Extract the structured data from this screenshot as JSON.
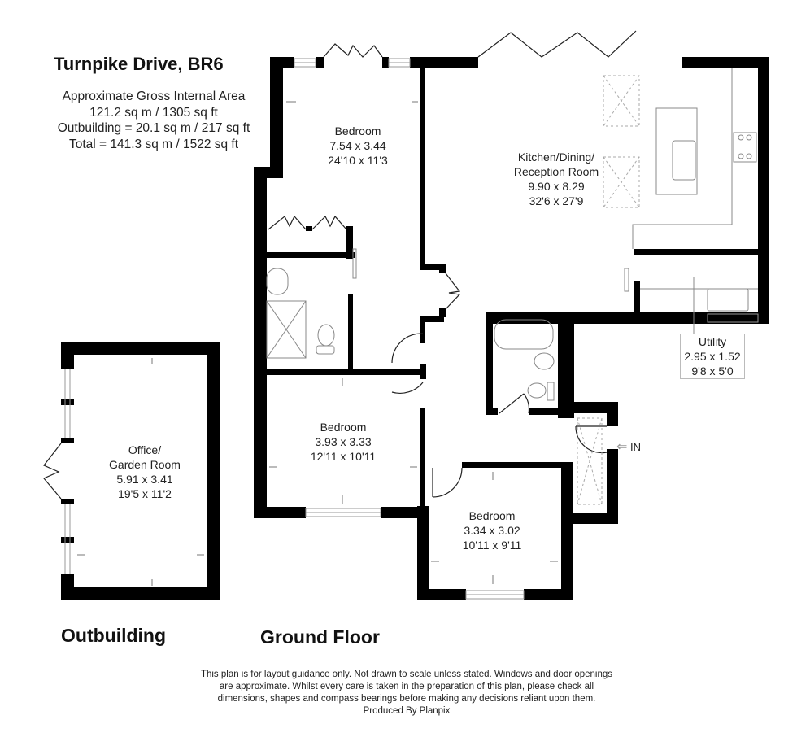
{
  "header": {
    "title": "Turnpike Drive, BR6",
    "area_heading": "Approximate Gross Internal Area",
    "main_area": "121.2 sq m / 1305 sq ft",
    "outbuilding_area": "Outbuilding = 20.1 sq m / 217 sq ft",
    "total_area": "Total = 141.3 sq m / 1522 sq ft"
  },
  "rooms": {
    "bedroom1": {
      "name": "Bedroom",
      "metric": "7.54 x 3.44",
      "imperial": "24'10 x 11'3"
    },
    "kitchen": {
      "name_line1": "Kitchen/Dining/",
      "name_line2": "Reception Room",
      "metric": "9.90 x 8.29",
      "imperial": "32'6 x 27'9"
    },
    "utility": {
      "name": "Utility",
      "metric": "2.95 x 1.52",
      "imperial": "9'8 x 5'0"
    },
    "bedroom2": {
      "name": "Bedroom",
      "metric": "3.93 x 3.33",
      "imperial": "12'11 x 10'11"
    },
    "bedroom3": {
      "name": "Bedroom",
      "metric": "3.34 x 3.02",
      "imperial": "10'11 x 9'11"
    },
    "office": {
      "name_line1": "Office/",
      "name_line2": "Garden Room",
      "metric": "5.91 x 3.41",
      "imperial": "19'5 x 11'2"
    }
  },
  "entrance": {
    "arrow": "⇐",
    "label": "IN"
  },
  "sections": {
    "outbuilding": "Outbuilding",
    "ground_floor": "Ground Floor"
  },
  "footer": {
    "line1": "This plan is for layout guidance only. Not drawn to scale unless stated. Windows and door openings",
    "line2": "are approximate. Whilst every care is taken in the preparation of this plan, please check all",
    "line3": "dimensions, shapes and compass bearings before making any decisions reliant upon them.",
    "line4": "Produced By Planpix"
  },
  "colors": {
    "wall": "#000000",
    "fixture": "#888888",
    "background": "#ffffff"
  }
}
